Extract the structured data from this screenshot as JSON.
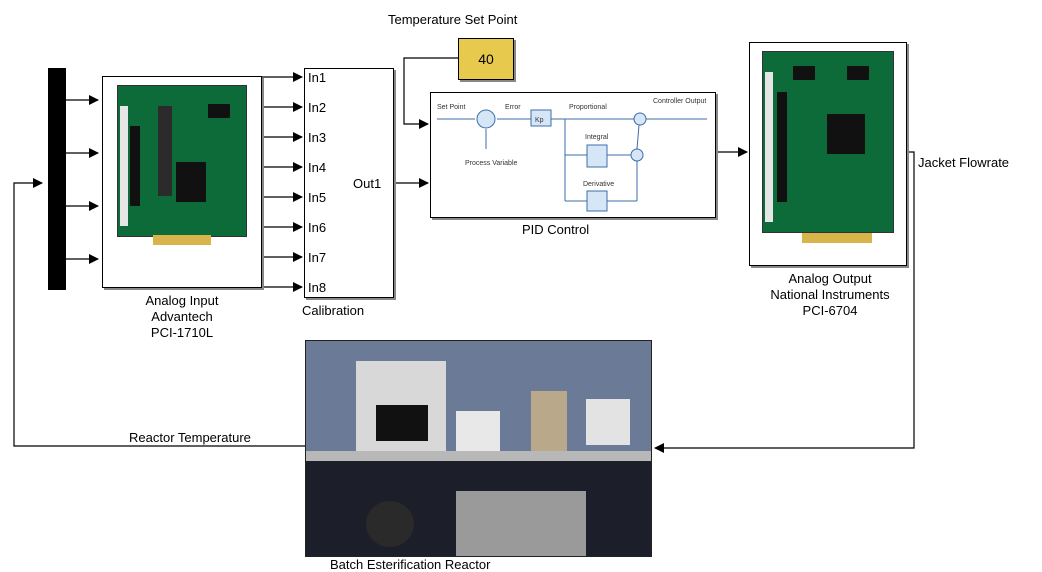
{
  "setpoint": {
    "title": "Temperature Set Point",
    "value": "40"
  },
  "analog_input": {
    "line1": "Analog Input",
    "line2": "Advantech",
    "line3": "PCI-1710L"
  },
  "calibration": {
    "title": "Calibration",
    "inputs": [
      "In1",
      "In2",
      "In3",
      "In4",
      "In5",
      "In6",
      "In7",
      "In8"
    ],
    "output": "Out1"
  },
  "pid": {
    "title": "PID Control",
    "labels": {
      "set_point": "Set Point",
      "error": "Error",
      "kp": "Kp",
      "proportional": "Proportional",
      "controller_output": "Controller Output",
      "integral": "Integral",
      "derivative": "Derivative",
      "process_variable": "Process Variable"
    }
  },
  "analog_output": {
    "line1": "Analog Output",
    "line2": "National Instruments",
    "line3": "PCI-6704"
  },
  "signals": {
    "jacket_flowrate": "Jacket Flowrate",
    "reactor_temperature": "Reactor Temperature"
  },
  "reactor": {
    "caption": "Batch Esterification Reactor"
  },
  "colors": {
    "setpoint_fill": "#e7c94e",
    "board_green": "#0d6b3a",
    "wire": "#000000"
  }
}
